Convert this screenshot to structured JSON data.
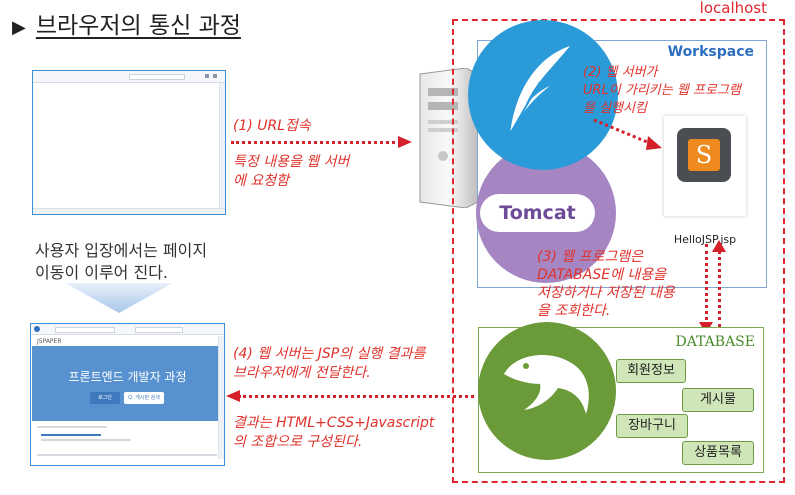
{
  "title": "브라우저의 통신 과정",
  "left": {
    "transition_text_line1": "사용자 입장에서는 페이지",
    "transition_text_line2": "이동이 이루어 진다.",
    "page": {
      "brand": "JSPAPER",
      "hero_title": "프론트엔드 개발자 과정",
      "hero_buttons": [
        "로그인",
        "Q. 게시판 검색"
      ]
    }
  },
  "steps": {
    "step1_a": "(1) URL접속",
    "step1_b_line1": "특정 내용을 웹 서버",
    "step1_b_line2": "에 요청함",
    "step2_line1": "(2) 웹 서버가",
    "step2_line2": "URL이 가리키는 웹 프로그램",
    "step2_line3": "을 실행시킴",
    "step3_line1": "(3) 웹 프로그램은",
    "step3_line2": "DATABASE에 내용을",
    "step3_line3": "저장하거나 저장된 내용",
    "step3_line4": "을 조회한다.",
    "step4_line1": "(4) 웹 서버는 JSP의 실행 결과를",
    "step4_line2": "브라우저에게 전달한다.",
    "step4_b_line1": "결과는 HTML+CSS+Javascript",
    "step4_b_line2": "의 조합으로 구성된다."
  },
  "server_side": {
    "localhost": "localhost",
    "workspace": "Workspace",
    "tomcat": "Tomcat",
    "jsp_file": "HelloJSP.jsp",
    "database": "DATABASE",
    "tables": [
      "회원정보",
      "게시물",
      "장바구니",
      "상품목록"
    ]
  },
  "colors": {
    "accent_red": "#e0322b",
    "workspace_blue": "#2d6fbf",
    "tomcat_purple": "#a586c3",
    "db_green": "#6b9a38"
  }
}
